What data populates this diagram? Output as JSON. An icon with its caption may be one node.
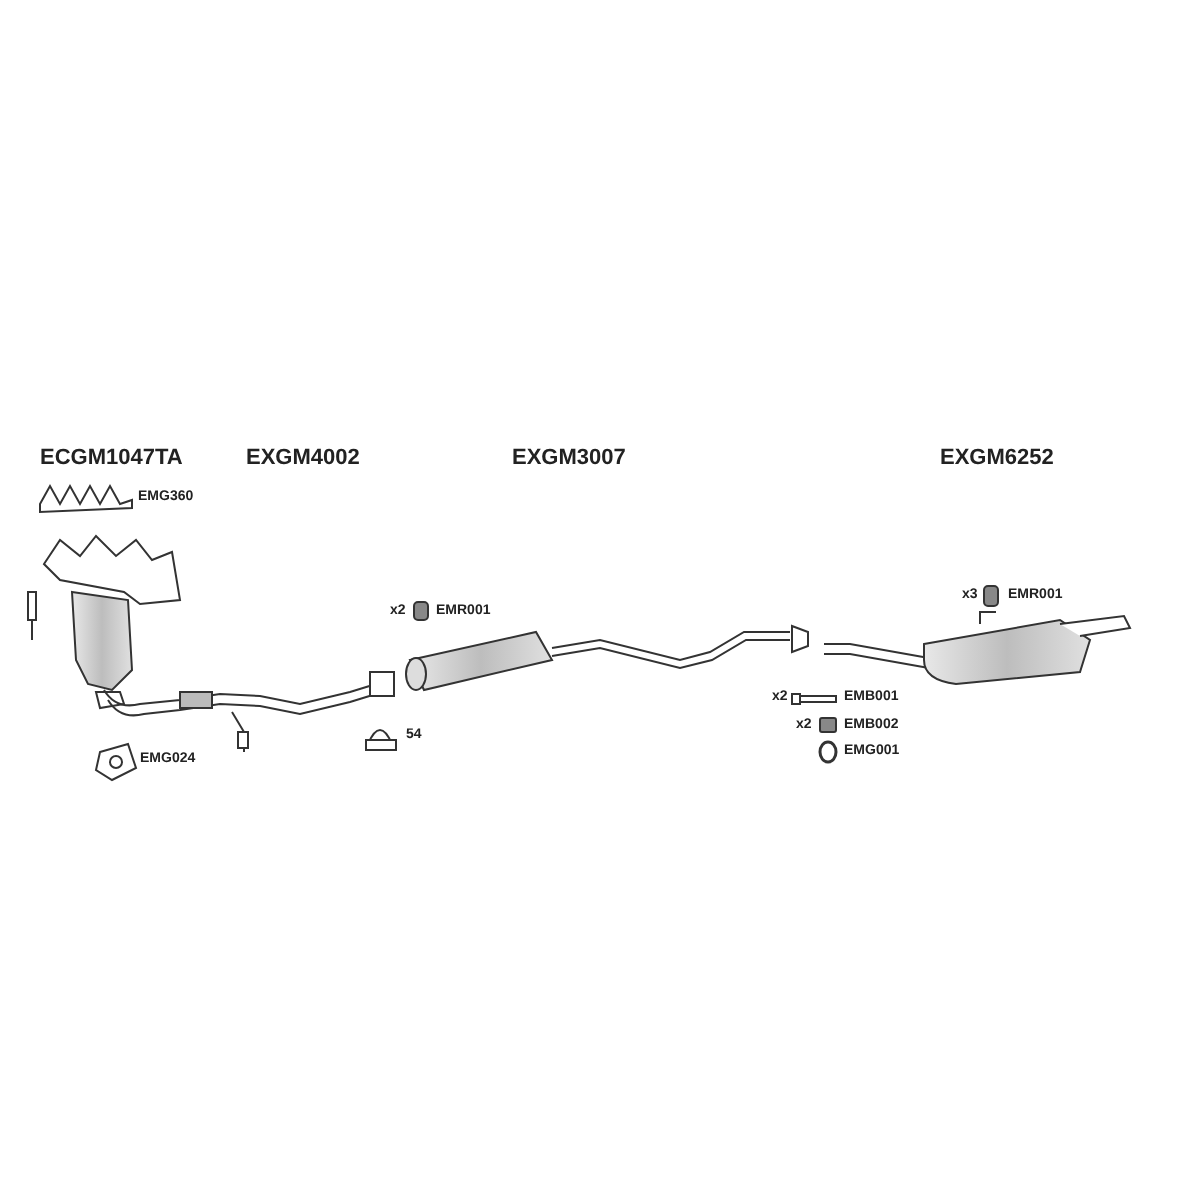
{
  "diagram": {
    "labels": [
      "ECGM1047TA",
      "EXGM4002",
      "EXGM3007",
      "EXGM6252",
      "EMG360",
      "x3",
      "EMR001",
      "x2",
      "EMR001",
      "x2",
      "EMB001",
      "x2",
      "EMB002",
      "54",
      "EMG001",
      "EMG024"
    ]
  }
}
